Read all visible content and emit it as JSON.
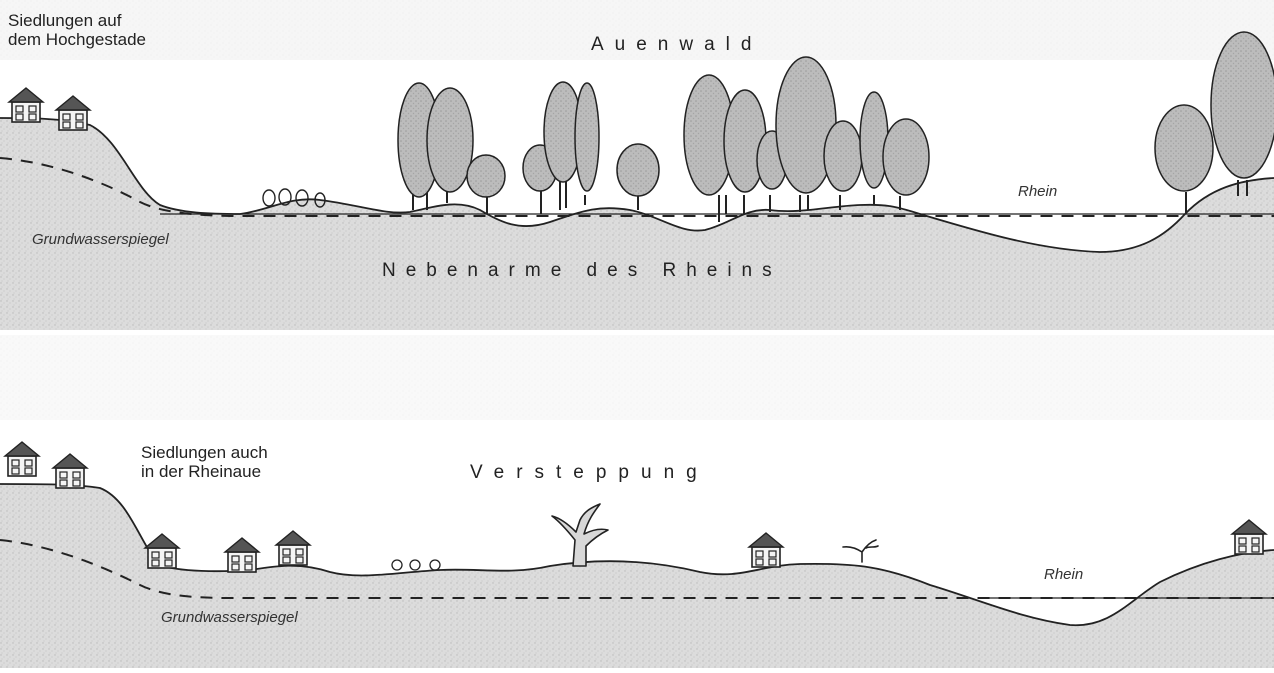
{
  "top_panel": {
    "settlements_label_line1": "Siedlungen auf",
    "settlements_label_line2": "dem Hochgestade",
    "forest_label": "Auenwald",
    "river_label": "Rhein",
    "groundwater_label": "Grundwasserspiegel",
    "side_arms_label": "Nebenarme des Rheins"
  },
  "bottom_panel": {
    "settlements_label_line1": "Siedlungen auch",
    "settlements_label_line2": "in der Rheinaue",
    "steppe_label": "Versteppung",
    "river_label": "Rhein",
    "groundwater_label": "Grundwasserspiegel"
  },
  "colors": {
    "ink": "#222222",
    "ground_fill": "#dedede",
    "tree_fill": "#b8b8b8",
    "paper": "#ffffff"
  }
}
